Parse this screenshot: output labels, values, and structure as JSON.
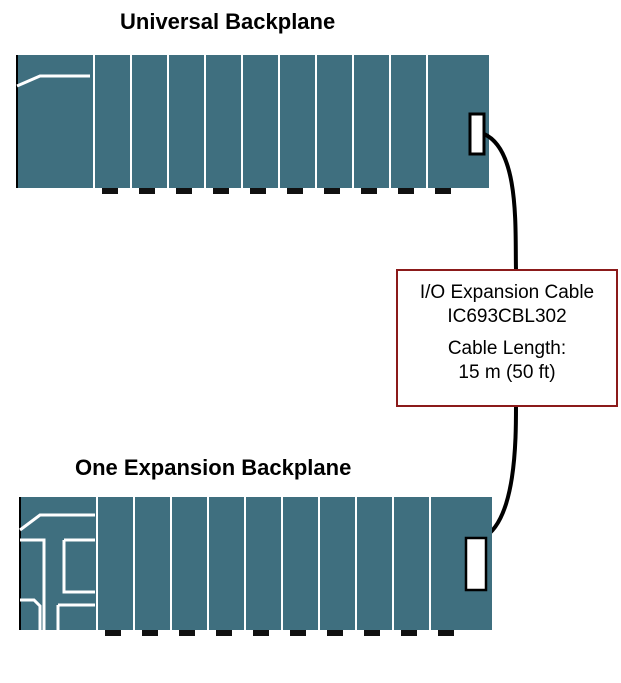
{
  "diagram": {
    "colors": {
      "panel": "#3f6f7f",
      "divider": "#ffffff",
      "connector": "#111111",
      "callout_border": "#8b1a1a",
      "cable": "#000000"
    },
    "top_backplane": {
      "title": "Universal Backplane",
      "slots": 10
    },
    "bottom_backplane": {
      "title": "One Expansion Backplane",
      "slots": 10
    },
    "cable_label": {
      "name": "I/O Expansion Cable",
      "part_number": "IC693CBL302",
      "length_label": "Cable Length:",
      "length_value": "15 m (50 ft)"
    }
  }
}
